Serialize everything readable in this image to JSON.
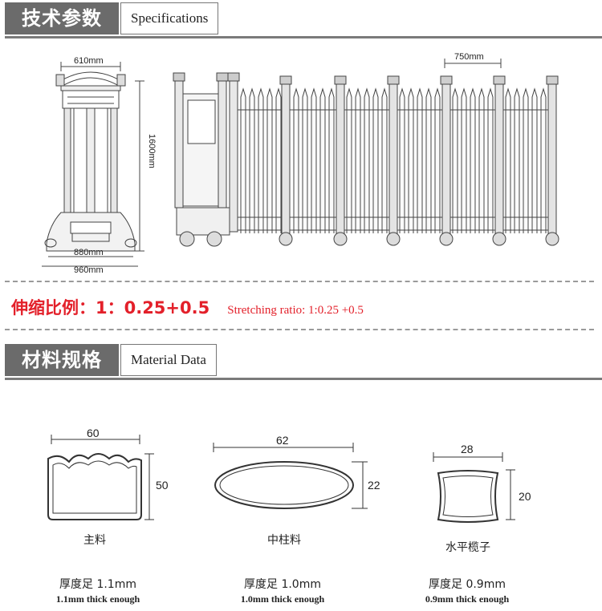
{
  "spec_section": {
    "title_cn": "技术参数",
    "title_en": "Specifications"
  },
  "dimensions": {
    "top_width": "610mm",
    "height": "1600mm",
    "base_inner": "880mm",
    "base_outer": "960mm",
    "segment": "750mm"
  },
  "stretching": {
    "cn": "伸缩比例：1：0.25+0.5",
    "en": "Stretching ratio: 1:0.25 +0.5"
  },
  "material_section": {
    "title_cn": "材料规格",
    "title_en": "Material Data"
  },
  "materials": [
    {
      "name": "主料",
      "width": "60",
      "height": "50",
      "thickness_cn": "厚度足 1.1mm",
      "thickness_en": "1.1mm thick enough"
    },
    {
      "name": "中柱料",
      "width": "62",
      "height": "22",
      "thickness_cn": "厚度足 1.0mm",
      "thickness_en": "1.0mm thick enough"
    },
    {
      "name": "水平榄子",
      "width": "28",
      "height": "20",
      "thickness_cn": "厚度足 0.9mm",
      "thickness_en": "0.9mm thick enough"
    }
  ]
}
